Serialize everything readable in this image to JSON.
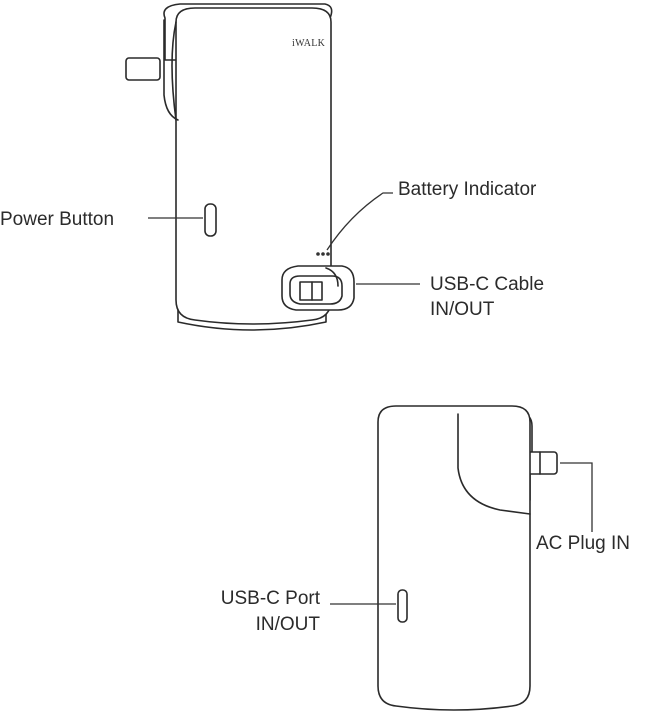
{
  "device": {
    "brand": "iWALK"
  },
  "labels": {
    "power_button": "Power Button",
    "battery_indicator": "Battery Indicator",
    "usbc_cable_line1": "USB-C Cable",
    "usbc_cable_line2": "IN/OUT",
    "ac_plug": "AC Plug IN",
    "usbc_port_line1": "USB-C Port",
    "usbc_port_line2": "IN/OUT"
  }
}
